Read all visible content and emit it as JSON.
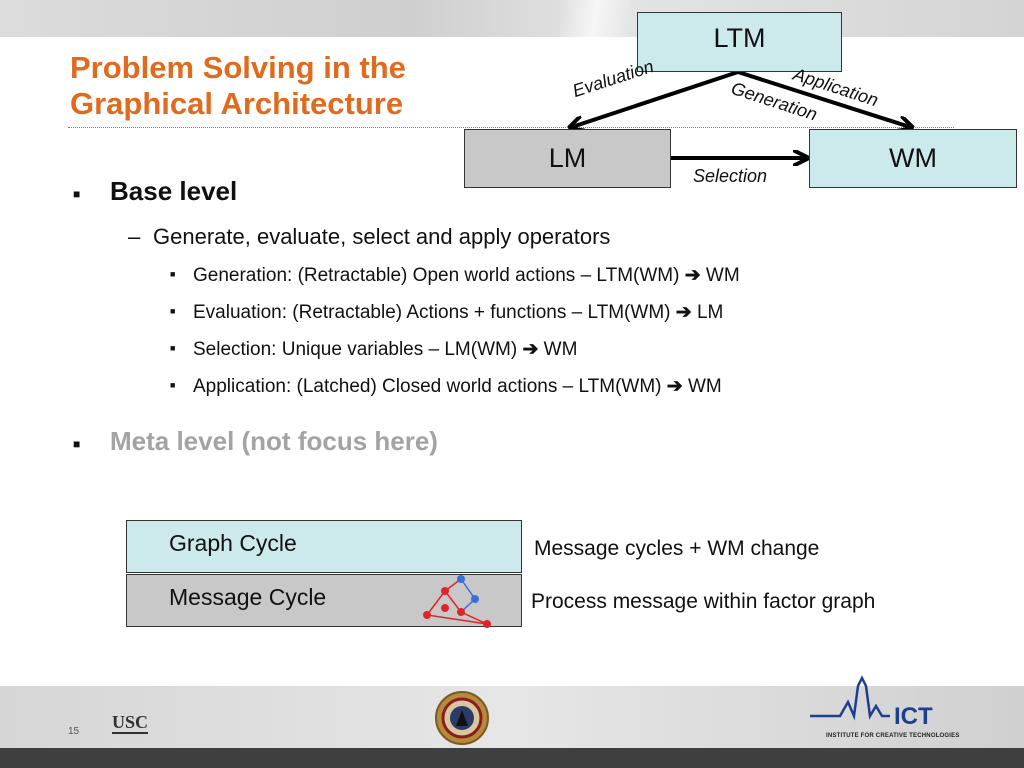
{
  "slide": {
    "title_line1": "Problem Solving in the",
    "title_line2": "Graphical Architecture",
    "page_number": "15"
  },
  "diagram": {
    "nodes": {
      "ltm": "LTM",
      "lm": "LM",
      "wm": "WM"
    },
    "edges": {
      "evaluation": "Evaluation",
      "application": "Application",
      "generation": "Generation",
      "selection": "Selection"
    }
  },
  "bullets": {
    "base_level": "Base level",
    "sub_heading": "Generate, evaluate, select and apply operators",
    "items": [
      {
        "text": "Generation: (Retractable) Open world actions – LTM(WM)",
        "target": "WM"
      },
      {
        "text": "Evaluation: (Retractable) Actions + functions – LTM(WM)",
        "target": "LM"
      },
      {
        "text": "Selection: Unique variables – LM(WM)",
        "target": "WM"
      },
      {
        "text": "Application: (Latched) Closed world actions – LTM(WM)",
        "target": "WM"
      }
    ],
    "meta_level": "Meta level (not focus here)"
  },
  "cycles": {
    "graph_cycle": "Graph Cycle",
    "message_cycle": "Message Cycle",
    "graph_cycle_note": "Message cycles + WM change",
    "message_cycle_note": "Process message within factor graph"
  },
  "footer": {
    "usc_logo": "USC",
    "ict_logo": "ICT",
    "ict_subtitle": "INSTITUTE FOR CREATIVE TECHNOLOGIES"
  },
  "colors": {
    "title": "#e06a1e",
    "teal_box": "#cce9eb",
    "grey_box": "#c8c8c8",
    "meta_grey": "#a3a3a3"
  }
}
